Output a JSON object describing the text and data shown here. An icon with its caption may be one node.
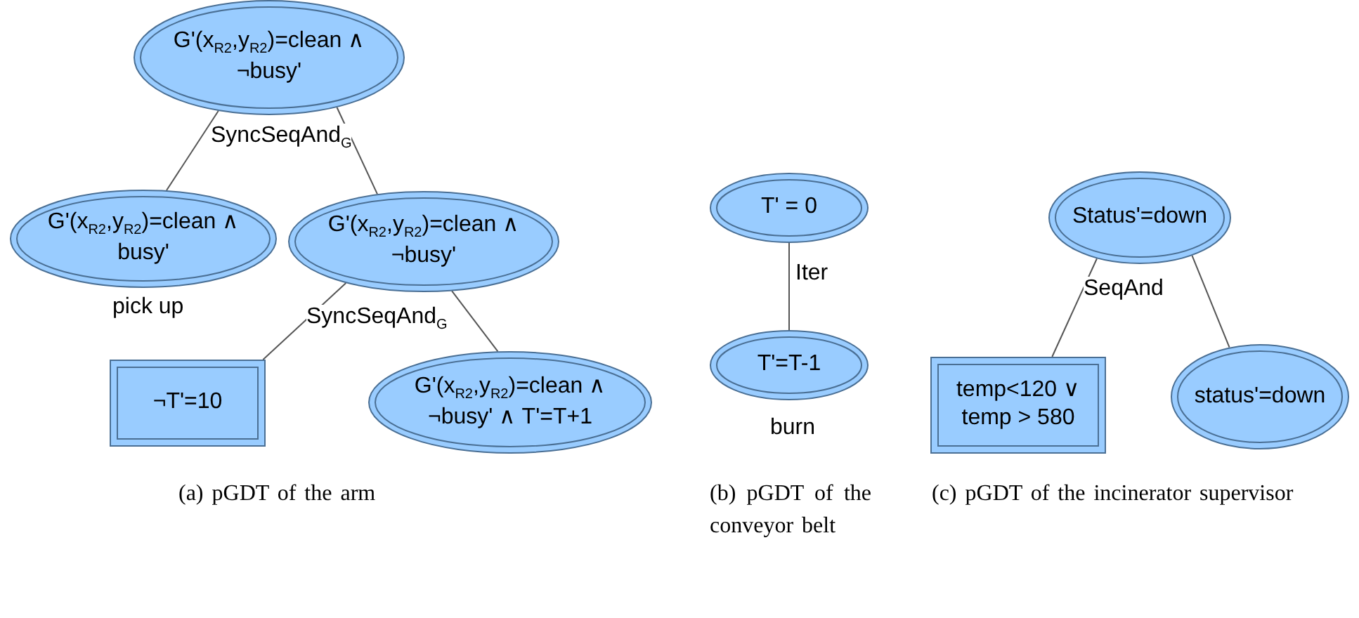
{
  "diagram": {
    "nodes": [
      {
        "text": [
          "G'(x$_{R2}$,y$_{R2}$)=clean ∧ ¬busy'"
        ]
      },
      {
        "text": [
          "G'(x$_{R2}$,y$_{R2}$)=clean ∧ busy'"
        ],
        "beside": [
          "pick up"
        ]
      },
      {
        "text": [
          "G'(x$_{R2}$,y$_{R2}$)=clean ∧ ¬busy'"
        ]
      },
      {
        "text": [
          "¬T'=10"
        ]
      },
      {
        "text": [
          "G'(x$_{R2}$,y$_{R2}$)=clean ∧ ¬busy' ∧ T'=T+1"
        ]
      },
      {
        "text": [
          "T' = 0"
        ]
      },
      {
        "text": [
          "T'=T-1"
        ],
        "beside": [
          "burn"
        ]
      },
      {
        "text": [
          "Status'=down"
        ]
      },
      {
        "text": [
          "temp<120 ∨ temp > 580"
        ]
      },
      {
        "text": [
          "status'=down"
        ]
      }
    ],
    "edges": [
      {
        "from": 0,
        "to": 1,
        "arrow": "none",
        "label": "SyncSeqAnd$_{G}$"
      },
      {
        "from": 0,
        "to": 2,
        "arrow": "none"
      },
      {
        "from": 2,
        "to": 3,
        "arrow": "none",
        "label": "SyncSeqAnd$_{G}$"
      },
      {
        "from": 2,
        "to": 4,
        "arrow": "none"
      },
      {
        "from": 5,
        "to": 6,
        "arrow": "none",
        "label": "Iter"
      },
      {
        "from": 7,
        "to": 8,
        "arrow": "none",
        "label": "SeqAnd"
      },
      {
        "from": 7,
        "to": 9,
        "arrow": "none"
      }
    ],
    "labels": [
      "(a) pGDT of the arm",
      "(b) pGDT of the conveyor belt",
      "(c) pGDT of the incinerator supervisor"
    ]
  }
}
